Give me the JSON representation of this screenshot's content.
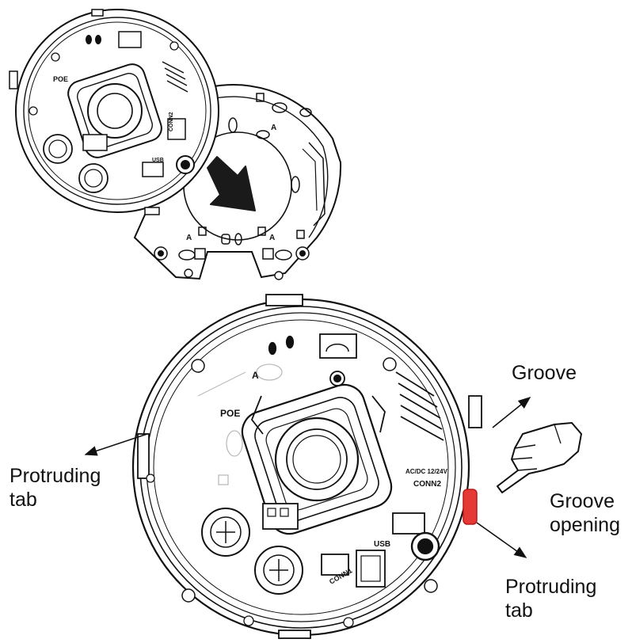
{
  "callouts": {
    "groove": "Groove",
    "protruding_tab_left": {
      "line1": "Protruding",
      "line2": "tab"
    },
    "groove_opening": {
      "line1": "Groove",
      "line2": "opening"
    },
    "protruding_tab_right": {
      "line1": "Protruding",
      "line2": "tab"
    }
  },
  "device_labels": {
    "poe": "POE",
    "usb": "USB",
    "conn2": "CONN2",
    "conn1": "CONN1",
    "mark_a": "A",
    "dc": "AC/DC 12/24V"
  },
  "colors": {
    "line": "#111111",
    "highlight": "#e53935",
    "arrow": "#1a1a1a"
  },
  "icons": [
    "rotation-arrow-icon",
    "pointing-hand-icon"
  ]
}
